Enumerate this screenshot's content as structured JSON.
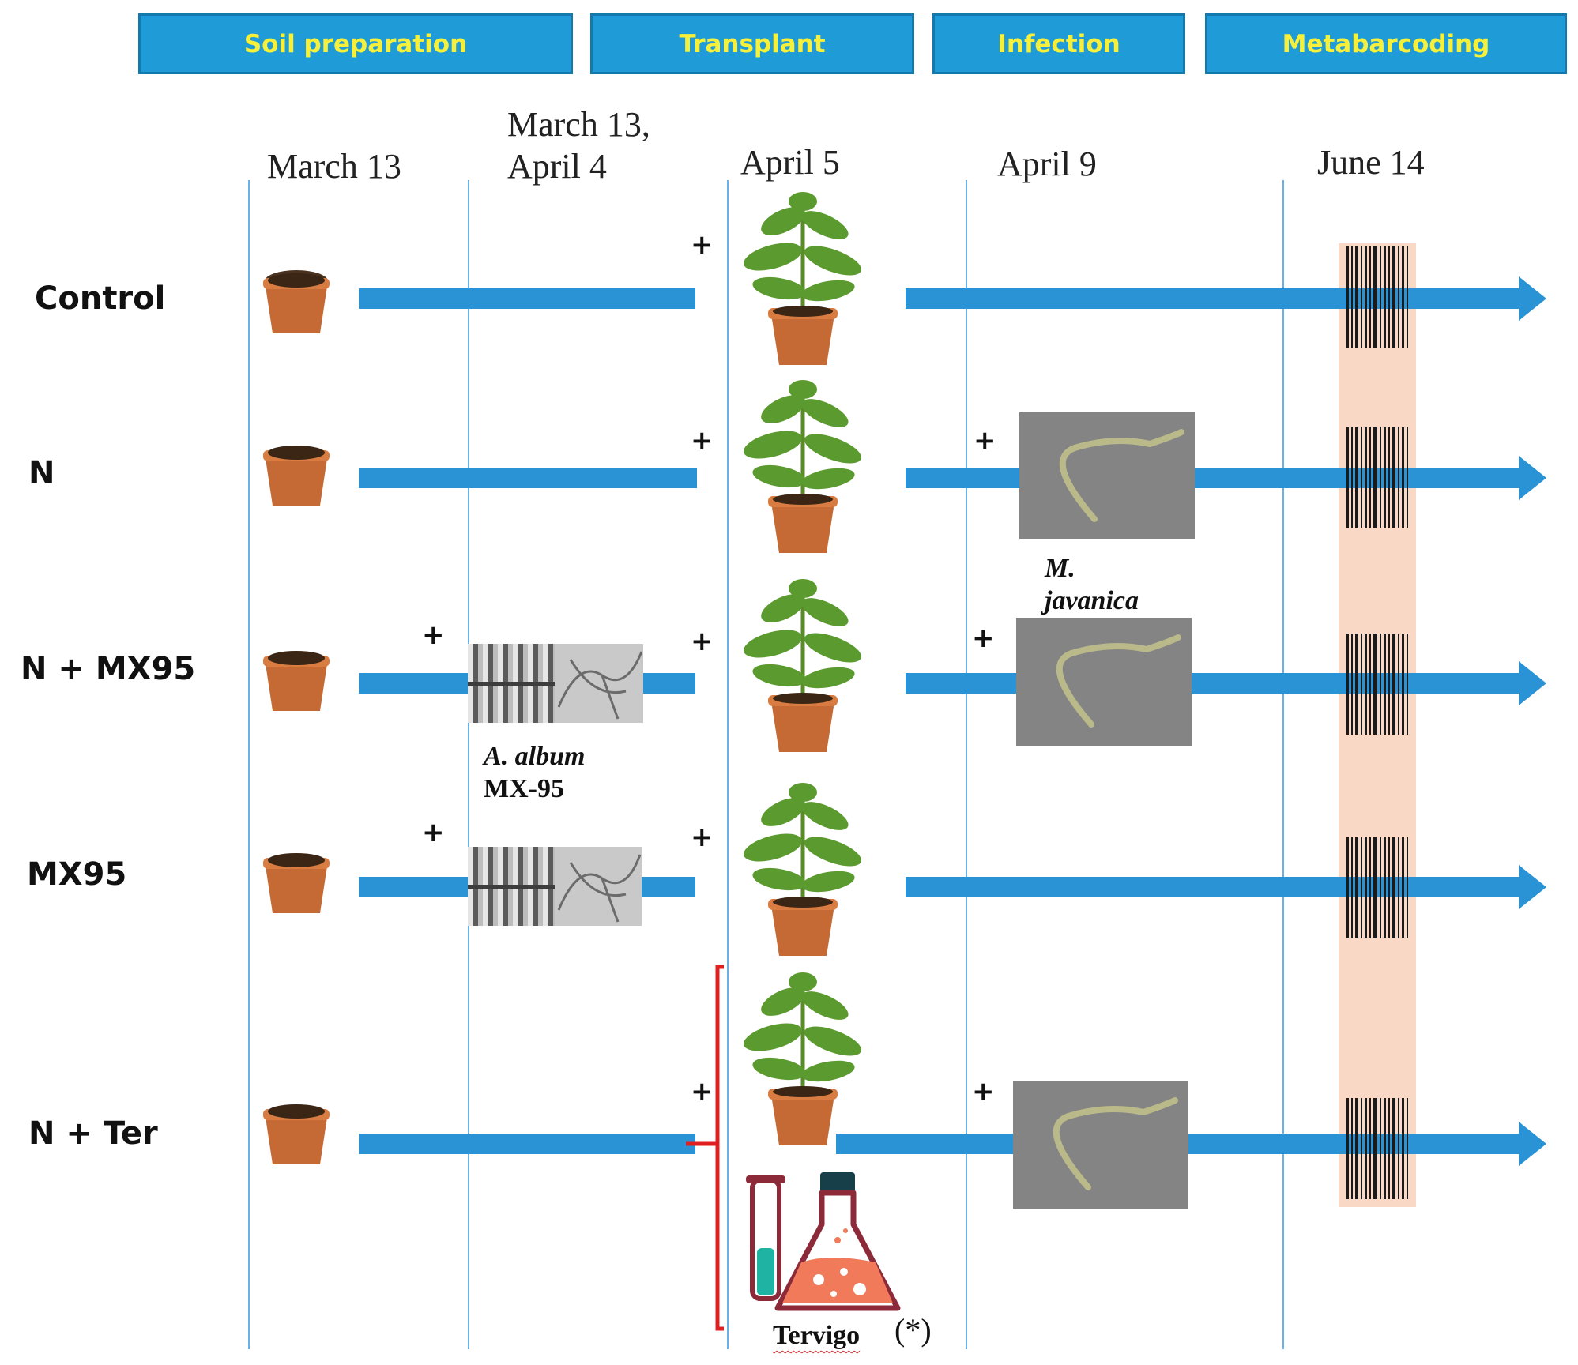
{
  "phases": [
    "Soil preparation",
    "Transplant",
    "Infection",
    "Metabarcoding"
  ],
  "dates": {
    "d1": "March 13",
    "d2_line1": "March 13,",
    "d2_line2": "April 4",
    "d3": "April 5",
    "d4": "April 9",
    "d5": "June 14"
  },
  "rows": [
    "Control",
    "N",
    "N + MX95",
    "MX95",
    "N + Ter"
  ],
  "plus_sign": "+",
  "captions": {
    "fungus_species": "A. album",
    "fungus_strain": "MX-95",
    "nematode_genus": "M.",
    "nematode_species": "javanica",
    "product": "Tervigo",
    "product_note": "(*)"
  },
  "icons": {
    "pot": "soil-pot-icon",
    "plant": "tomato-plant-icon",
    "nematode": "nematode-micrograph",
    "fungus": "fungus-culture-photo",
    "barcode": "barcode-icon",
    "lab": "lab-flask-icon"
  },
  "colors": {
    "phase_fill": "#1f9bd7",
    "phase_text": "#f6f03a",
    "arrow": "#2a93d6",
    "grid_line": "#66b1e8",
    "barcode_band": "#f9d9c6",
    "bracket": "#e02020"
  }
}
